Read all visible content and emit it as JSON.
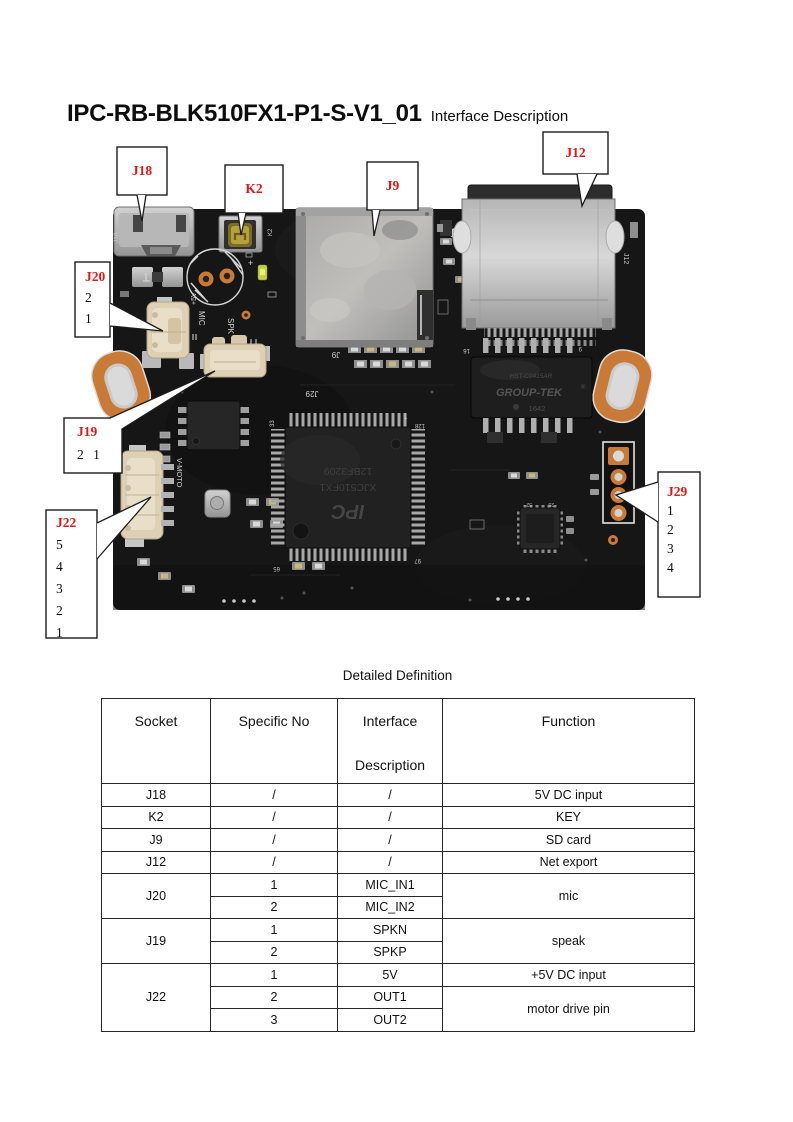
{
  "title": {
    "model": "IPC-RB-BLK510FX1-P1-S-V1_01",
    "suffix": "Interface Description"
  },
  "colors": {
    "label_red": "#e81313",
    "board_orange": "#c87a36"
  },
  "callouts": {
    "j18": {
      "label": "J18"
    },
    "k2": {
      "label": "K2"
    },
    "j9": {
      "label": "J9"
    },
    "j12": {
      "label": "J12"
    },
    "j20": {
      "label": "J20",
      "pins": [
        "2",
        "1"
      ]
    },
    "j19": {
      "label": "J19",
      "pins_inline": "2 1"
    },
    "j22": {
      "label": "J22",
      "pins": [
        "5",
        "4",
        "3",
        "2",
        "1"
      ]
    },
    "j29": {
      "label": "J29",
      "pins": [
        "1",
        "2",
        "3",
        "4"
      ]
    }
  },
  "board": {
    "silkscreen": {
      "j18": "J18",
      "k2": "K2",
      "plus": "+",
      "plus5v": "+5V",
      "mic": "MIC",
      "spk": "SPK",
      "vmoto": "V-MOTO",
      "j9": "J9",
      "j29": "J29",
      "j12": "J12",
      "pin16": "16",
      "pin9": "9",
      "pin33": "33",
      "pin1": "1",
      "pin128": "128",
      "pin97": "97",
      "pin65": "65",
      "pin25": "25",
      "pin32": "32"
    },
    "main_ic": {
      "brand": "IPC",
      "line1": "XJC510FX1",
      "line2": "12BF3209"
    },
    "transformer": {
      "line1": "HST-C0415AR",
      "line2": "GROUP-TEK",
      "reg": "®",
      "line3": "1642"
    }
  },
  "table": {
    "caption": "Detailed Definition",
    "headers": {
      "socket": "Socket",
      "specific_no": "Specific No",
      "iface1": "Interface",
      "iface2": "Description",
      "function": "Function"
    },
    "rows": [
      {
        "socket": "J18",
        "no": "/",
        "desc": "/",
        "fn": "5V DC input"
      },
      {
        "socket": "K2",
        "no": "/",
        "desc": "/",
        "fn": "KEY"
      },
      {
        "socket": "J9",
        "no": "/",
        "desc": "/",
        "fn": "SD card"
      },
      {
        "socket": "J12",
        "no": "/",
        "desc": "/",
        "fn": "Net export"
      },
      {
        "socket": "J20",
        "no": "1",
        "desc": "MIC_IN1",
        "fn": "mic"
      },
      {
        "no": "2",
        "desc": "MIC_IN2"
      },
      {
        "socket": "J19",
        "no": "1",
        "desc": "SPKN",
        "fn": "speak"
      },
      {
        "no": "2",
        "desc": "SPKP"
      },
      {
        "socket": "J22",
        "no": "1",
        "desc": "5V",
        "fn": "+5V DC input"
      },
      {
        "no": "2",
        "desc": "OUT1",
        "fn": "motor drive pin"
      },
      {
        "no": "3",
        "desc": "OUT2"
      }
    ]
  }
}
